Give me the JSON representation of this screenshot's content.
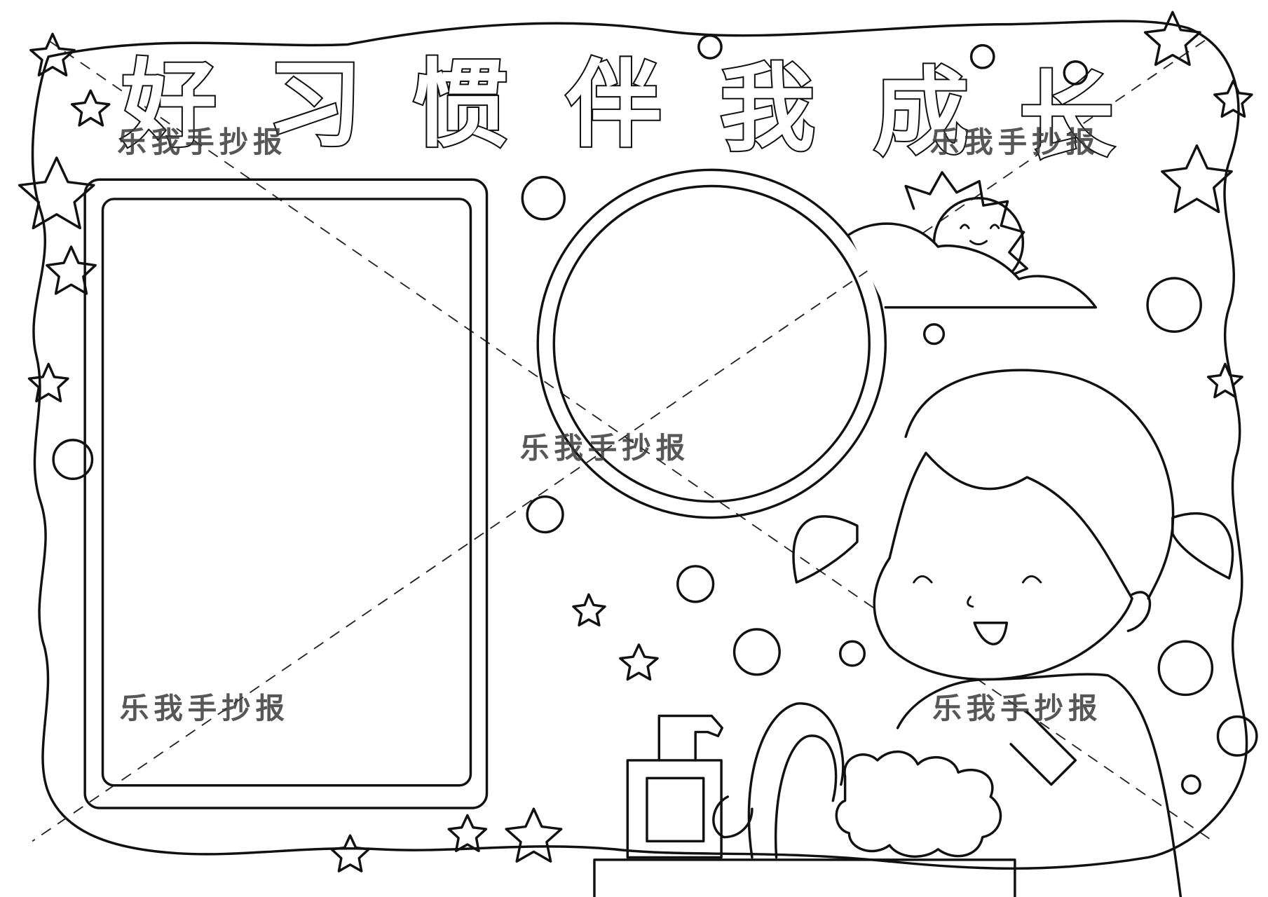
{
  "poster": {
    "title": "好习惯伴我成长",
    "title_chars": [
      "好",
      "习",
      "惯",
      "伴",
      "我",
      "成",
      "长"
    ],
    "watermark": "乐我手抄报",
    "watermarks": [
      {
        "text": "乐我手抄报",
        "position": "top-left"
      },
      {
        "text": "乐我手抄报",
        "position": "top-right"
      },
      {
        "text": "乐我手抄报",
        "position": "center"
      },
      {
        "text": "乐我手抄报",
        "position": "bottom-left"
      },
      {
        "text": "乐我手抄报",
        "position": "bottom-right"
      }
    ],
    "colors": {
      "line": "#111111",
      "background": "#ffffff",
      "watermark": "#3a3a3a"
    },
    "sections": [
      {
        "name": "rect-writing-frame",
        "shape": "rounded-rectangle",
        "content": ""
      },
      {
        "name": "circle-writing-frame",
        "shape": "circle",
        "content": ""
      }
    ],
    "illustration": {
      "subject": "girl washing hands",
      "elements": [
        "sun",
        "cloud",
        "soap-dispenser",
        "faucet",
        "sink",
        "bubbles",
        "stars"
      ]
    }
  }
}
